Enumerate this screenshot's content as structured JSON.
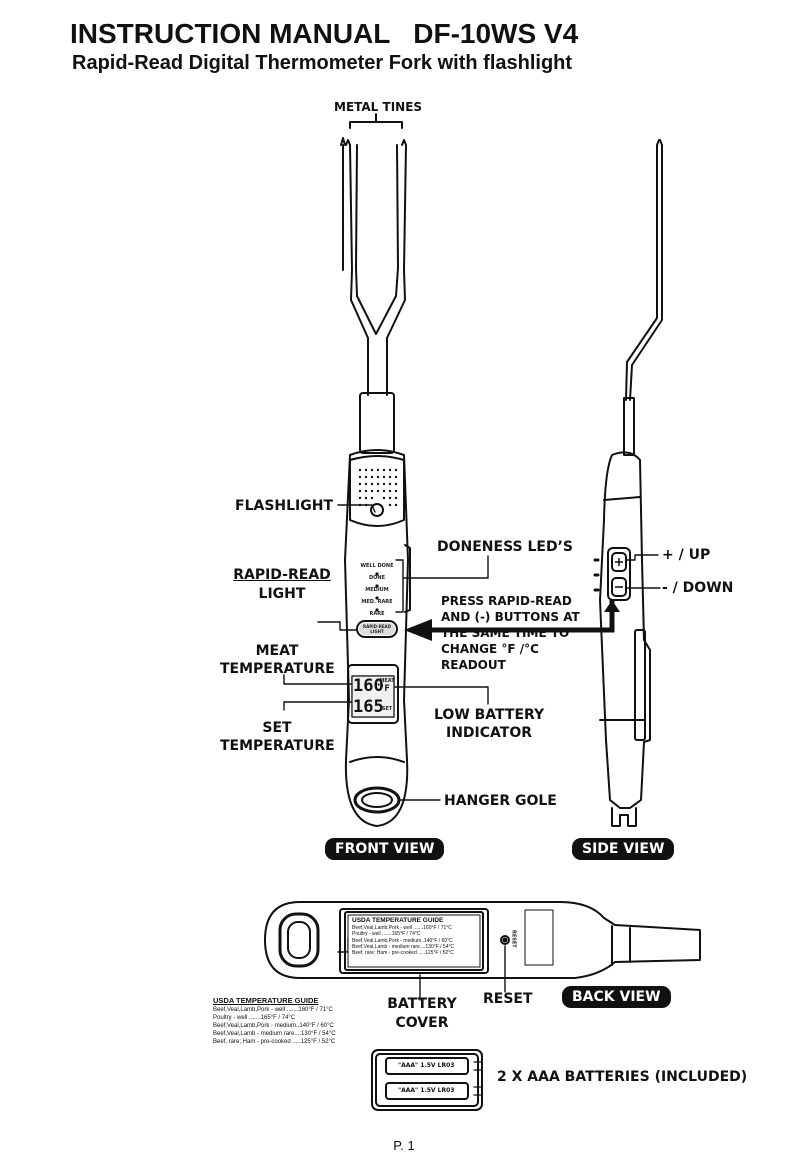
{
  "header": {
    "title": "INSTRUCTION MANUAL   DF-10WS V4",
    "subtitle": "Rapid-Read Digital Thermometer Fork with flashlight"
  },
  "labels": {
    "metal_tines": "METAL TINES",
    "flashlight": "FLASHLIGHT",
    "doneness_leds": "DONENESS LED’S",
    "rapid_read_line1": "RAPID-READ",
    "rapid_read_line2": "LIGHT",
    "meat_temp_line1": "MEAT",
    "meat_temp_line2": "TEMPERATURE",
    "set_temp_line1": "SET",
    "set_temp_line2": "TEMPERATURE",
    "low_battery_line1": "LOW BATTERY",
    "low_battery_line2": "INDICATOR",
    "hanger_hole": "HANGER GOLE",
    "plus_up": "+ / UP",
    "minus_down": "- / DOWN",
    "press_note": [
      "PRESS RAPID-READ",
      "AND (-) BUTTONS AT",
      "THE SAME TIME TO",
      "CHANGE °F /°C",
      "READOUT"
    ],
    "battery_cover_line1": "BATTERY",
    "battery_cover_line2": "COVER",
    "reset": "RESET",
    "batteries_included": "2 X AAA BATTERIES (INCLUDED)"
  },
  "views": {
    "front": "FRONT VIEW",
    "side": "SIDE VIEW",
    "back": "BACK VIEW"
  },
  "device": {
    "doneness_levels": [
      "WELL DONE",
      "DONE",
      "MEDIUM",
      "MED. RARE",
      "RARE"
    ],
    "rapid_read_button": "RAPID-READ LIGHT",
    "meat_reading": "160",
    "set_reading": "165",
    "meat_tag": "MEAT",
    "set_tag": "SET",
    "unit": "°F",
    "back_reset_text": "RESET",
    "battery_label": "\"AAA\" 1.5V LR03"
  },
  "usda_guide": {
    "title": "USDA TEMPERATURE GUIDE",
    "rows": [
      "Beef,Veal,Lamb,Pork - well .......160°F / 71°C",
      "Poultry                  - well .......165°F / 74°C",
      "Beef,Veal,Lamb,Pork - medium..140°F / 60°C",
      "Beef,Veal,Lamb - medium rare....130°F / 54°C",
      "Beef, rare; Ham - pre-cooked .....125°F / 52°C"
    ]
  },
  "footer": {
    "page": "P. 1"
  }
}
